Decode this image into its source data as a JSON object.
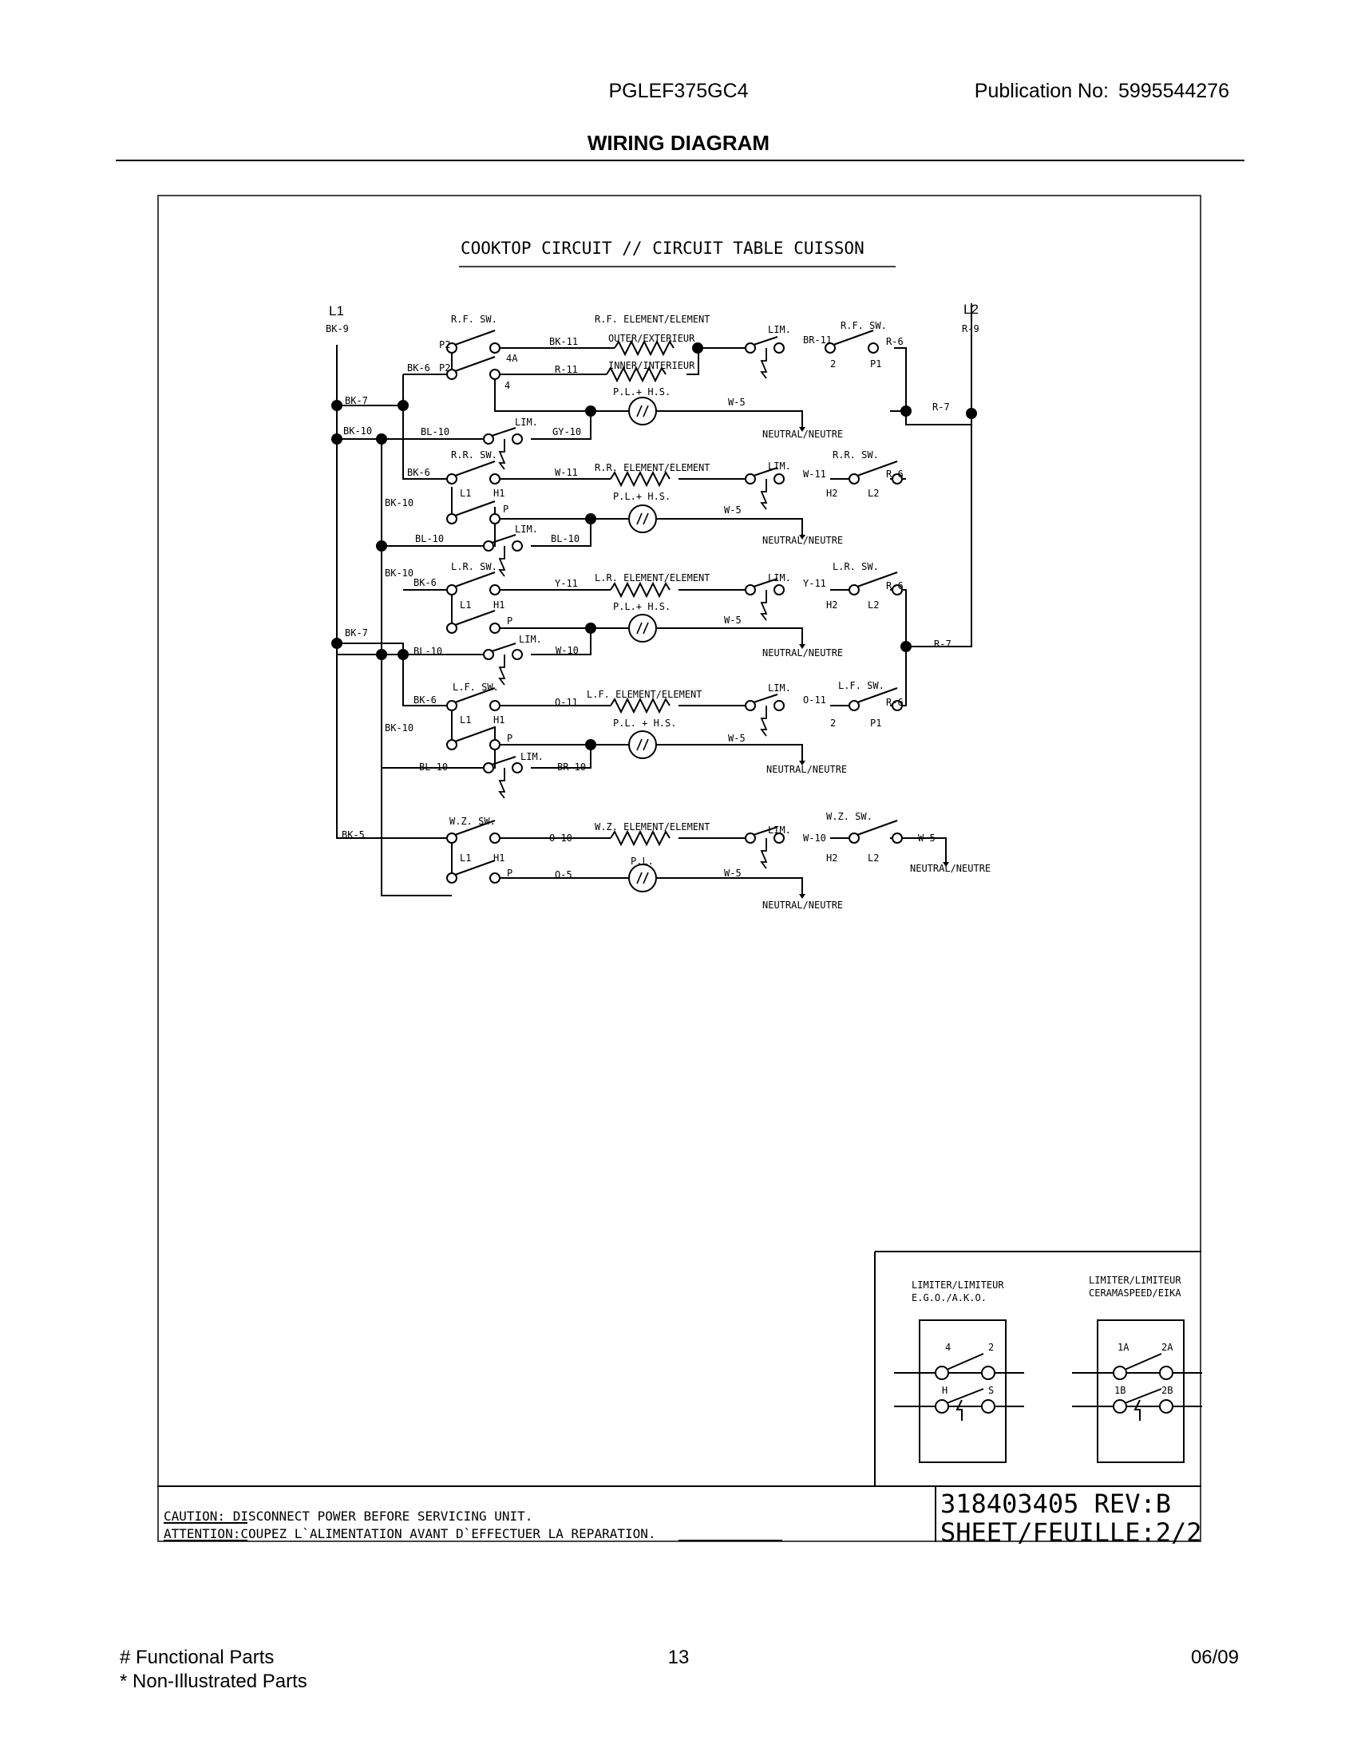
{
  "header": {
    "model": "PGLEF375GC4",
    "publication_label": "Publication No:",
    "publication_number": "5995544276",
    "section_title": "WIRING DIAGRAM"
  },
  "diagram": {
    "title": "COOKTOP CIRCUIT // CIRCUIT TABLE CUISSON",
    "lines": {
      "l1": "L1",
      "l2": "L2",
      "bk9": "BK-9",
      "r9": "R-9"
    },
    "rf": {
      "switch_left": "R.F. SW.",
      "element": "R.F. ELEMENT/ELEMENT",
      "outer": "OUTER/EXTERIEUR",
      "inner": "INNER/INTERIEUR",
      "wire_bk11": "BK-11",
      "wire_r11": "R-11",
      "p2a": "P2",
      "p2b": "P2",
      "t4a": "4A",
      "t4": "4",
      "bk6": "BK-6",
      "pl_hs": "P.L.+ H.S.",
      "w5": "W-5",
      "neutral": "NEUTRAL/NEUTRE",
      "lim": "LIM.",
      "br11": "BR-11",
      "t2": "2",
      "p1": "P1",
      "r6": "R-6",
      "switch_right": "R.F. SW.",
      "bk7": "BK-7",
      "bk10": "BK-10",
      "bl10": "BL-10",
      "lim2": "LIM.",
      "gy10": "GY-10",
      "r7": "R-7"
    },
    "rr": {
      "switch_left": "R.R. SW.",
      "bk6": "BK-6",
      "l1": "L1",
      "h1": "H1",
      "w11": "W-11",
      "element": "R.R. ELEMENT/ELEMENT",
      "lim": "LIM.",
      "w11b": "W-11",
      "switch_right": "R.R. SW.",
      "r6": "R-6",
      "h2": "H2",
      "l2": "L2",
      "bk10": "BK-10",
      "p": "P",
      "pl_hs": "P.L.+ H.S.",
      "w5": "W-5",
      "neutral": "NEUTRAL/NEUTRE",
      "bl10": "BL-10",
      "lim2": "LIM.",
      "bl10b": "BL-10"
    },
    "lr": {
      "bk10": "BK-10",
      "switch_left": "L.R. SW.",
      "bk6": "BK-6",
      "y11": "Y-11",
      "element": "L.R. ELEMENT/ELEMENT",
      "lim": "LIM.",
      "y11b": "Y-11",
      "switch_right": "L.R. SW.",
      "r6": "R-6",
      "l1": "L1",
      "h1": "H1",
      "h2": "H2",
      "l2": "L2",
      "pl_hs": "P.L.+ H.S.",
      "p": "P",
      "w5": "W-5",
      "bk7": "BK-7",
      "bl10": "BL-10",
      "lim2": "LIM.",
      "w10": "W-10",
      "neutral": "NEUTRAL/NEUTRE",
      "r7": "R-7"
    },
    "lf": {
      "switch_left": "L.F. SW.",
      "lim": "LIM.",
      "switch_right": "L.F. SW.",
      "bk6": "BK-6",
      "o11": "O-11",
      "element": "L.F. ELEMENT/ELEMENT",
      "o11b": "O-11",
      "r6": "R-6",
      "bk10": "BK-10",
      "l1": "L1",
      "h1": "H1",
      "t2": "2",
      "p1": "P1",
      "pl_hs": "P.L. + H.S.",
      "p": "P",
      "w5": "W-5",
      "lim2": "LIM.",
      "bl10": "BL-10",
      "br10": "BR-10",
      "neutral": "NEUTRAL/NEUTRE"
    },
    "wz": {
      "switch_left": "W.Z. SW.",
      "switch_right": "W.Z. SW.",
      "element": "W.Z. ELEMENT/ELEMENT",
      "lim": "LIM.",
      "bk5": "BK-5",
      "o10": "O-10",
      "w10": "W-10",
      "w5a": "W-5",
      "l1": "L1",
      "h1": "H1",
      "h2": "H2",
      "l2": "L2",
      "neutral_a": "NEUTRAL/NEUTRE",
      "pl": "P.L.",
      "p": "P",
      "o5": "O-5",
      "w5b": "W-5",
      "neutral_b": "NEUTRAL/NEUTRE"
    },
    "limiter": {
      "left_title1": "LIMITER/LIMITEUR",
      "left_title2": "E.G.O./A.K.O.",
      "right_title1": "LIMITER/LIMITEUR",
      "right_title2": "CERAMASPEED/EIKA",
      "l4": "4",
      "l2": "2",
      "lh": "H",
      "ls": "S",
      "r1a": "1A",
      "r2a": "2A",
      "r1b": "1B",
      "r2b": "2B"
    },
    "caution": {
      "caution_label": "CAUTION:",
      "caution_text": " DISCONNECT POWER BEFORE SERVICING UNIT.",
      "attention_label": "ATTENTION:",
      "attention_text": "COUPEZ L`ALIMENTATION AVANT D`EFFECTUER LA REPARATION."
    },
    "part_number": "318403405 REV:B",
    "sheet": "SHEET/FEUILLE:2/2"
  },
  "footer": {
    "functional": "# Functional Parts",
    "non_illustrated": "* Non-Illustrated Parts",
    "page": "13",
    "date": "06/09"
  }
}
